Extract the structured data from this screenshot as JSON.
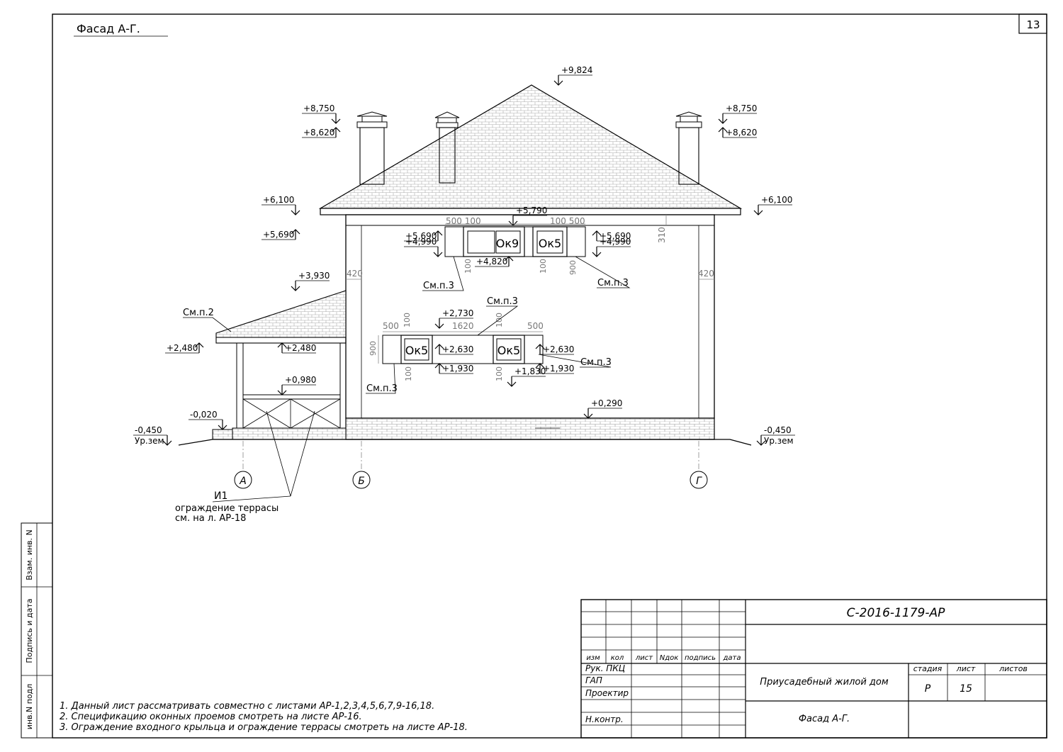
{
  "sheet": {
    "title": "Фасад А-Г.",
    "sheet_no": "13"
  },
  "levels": {
    "ridge": "+9,824",
    "chimney_top_left": "+8,750",
    "chimney_cap_left": "+8,620",
    "chimney_top_right": "+8,750",
    "chimney_cap_right": "+8,620",
    "eave_left": "+6,100",
    "eave_right": "+6,100",
    "beam": "+5,790",
    "wall_top_left": "+5,690",
    "win2_top_l": "+5,690",
    "win2_sill_l": "+4,990",
    "win2_sill_mid": "+4,820",
    "win2_top_r": "+5,690",
    "win2_sill_r": "+4,990",
    "porch_roof": "+3,930",
    "win1_top_beam": "+2,730",
    "win1_top_l": "+2,630",
    "win1_top_r": "+2,630",
    "win1_sill_l": "+1,930",
    "win1_sill_r": "+1,930",
    "win1_sill_mid": "+1,830",
    "porch_eave": "+2,480",
    "porch_beam": "+2,480",
    "rail_top": "+0,980",
    "floor": "+0,290",
    "step": "-0,020",
    "ground_left": "-0,450",
    "ground_right": "-0,450",
    "ground_label_l": "Ур.зем",
    "ground_label_r": "Ур.зем"
  },
  "dims": {
    "d500_100": "500 100",
    "d100_500": "100 500",
    "d310": "310",
    "d420_l": "420",
    "d420_r": "420",
    "d100_a": "100",
    "d100_b": "100",
    "d900_a": "900",
    "d500_a": "500",
    "d100_c": "100",
    "d1620": "1620",
    "d100_d": "100",
    "d500_b": "500",
    "d900_b": "900",
    "d100_e": "100",
    "d100_f": "100"
  },
  "windows": {
    "ok9": "Ок9",
    "ok5_top": "Ок5",
    "ok5_bl": "Ок5",
    "ok5_br": "Ок5"
  },
  "notes_refs": {
    "smp2": "См.п.2",
    "smp3_a": "См.п.3",
    "smp3_b": "См.п.3",
    "smp3_c": "См.п.3",
    "smp3_d": "См.п.3",
    "smp3_e": "См.п.3"
  },
  "axes": {
    "a": "А",
    "b": "Б",
    "g": "Г"
  },
  "railing_note": {
    "code": "И1",
    "line1": "ограждение террасы",
    "line2": "см. на л. АР-18"
  },
  "notes": [
    "1. Данный лист рассматривать совместно с листами АР-1,2,3,4,5,6,7,9-16,18.",
    "2. Спецификацию оконных проемов смотреть на листе АР-16.",
    "3. Ограждение входного крыльца и ограждение террасы смотреть на листе АР-18."
  ],
  "side_stamp": {
    "c1": "Взам. инв. N",
    "c2": "Подпись и дата",
    "c3": "инв.N подл"
  },
  "title_block": {
    "code": "С-2016-1179-АР",
    "headers": [
      "изм",
      "кол",
      "лист",
      "Nдок",
      "подпись",
      "дата"
    ],
    "roles": [
      "Рук. ПКЦ",
      "ГАП",
      "Проектир",
      "Н.контр."
    ],
    "project": "Приусадебный жилой дом",
    "stage_label": "стадия",
    "sheet_label": "лист",
    "sheets_label": "листов",
    "stage": "Р",
    "sheet": "15",
    "drawing": "Фасад А-Г."
  }
}
